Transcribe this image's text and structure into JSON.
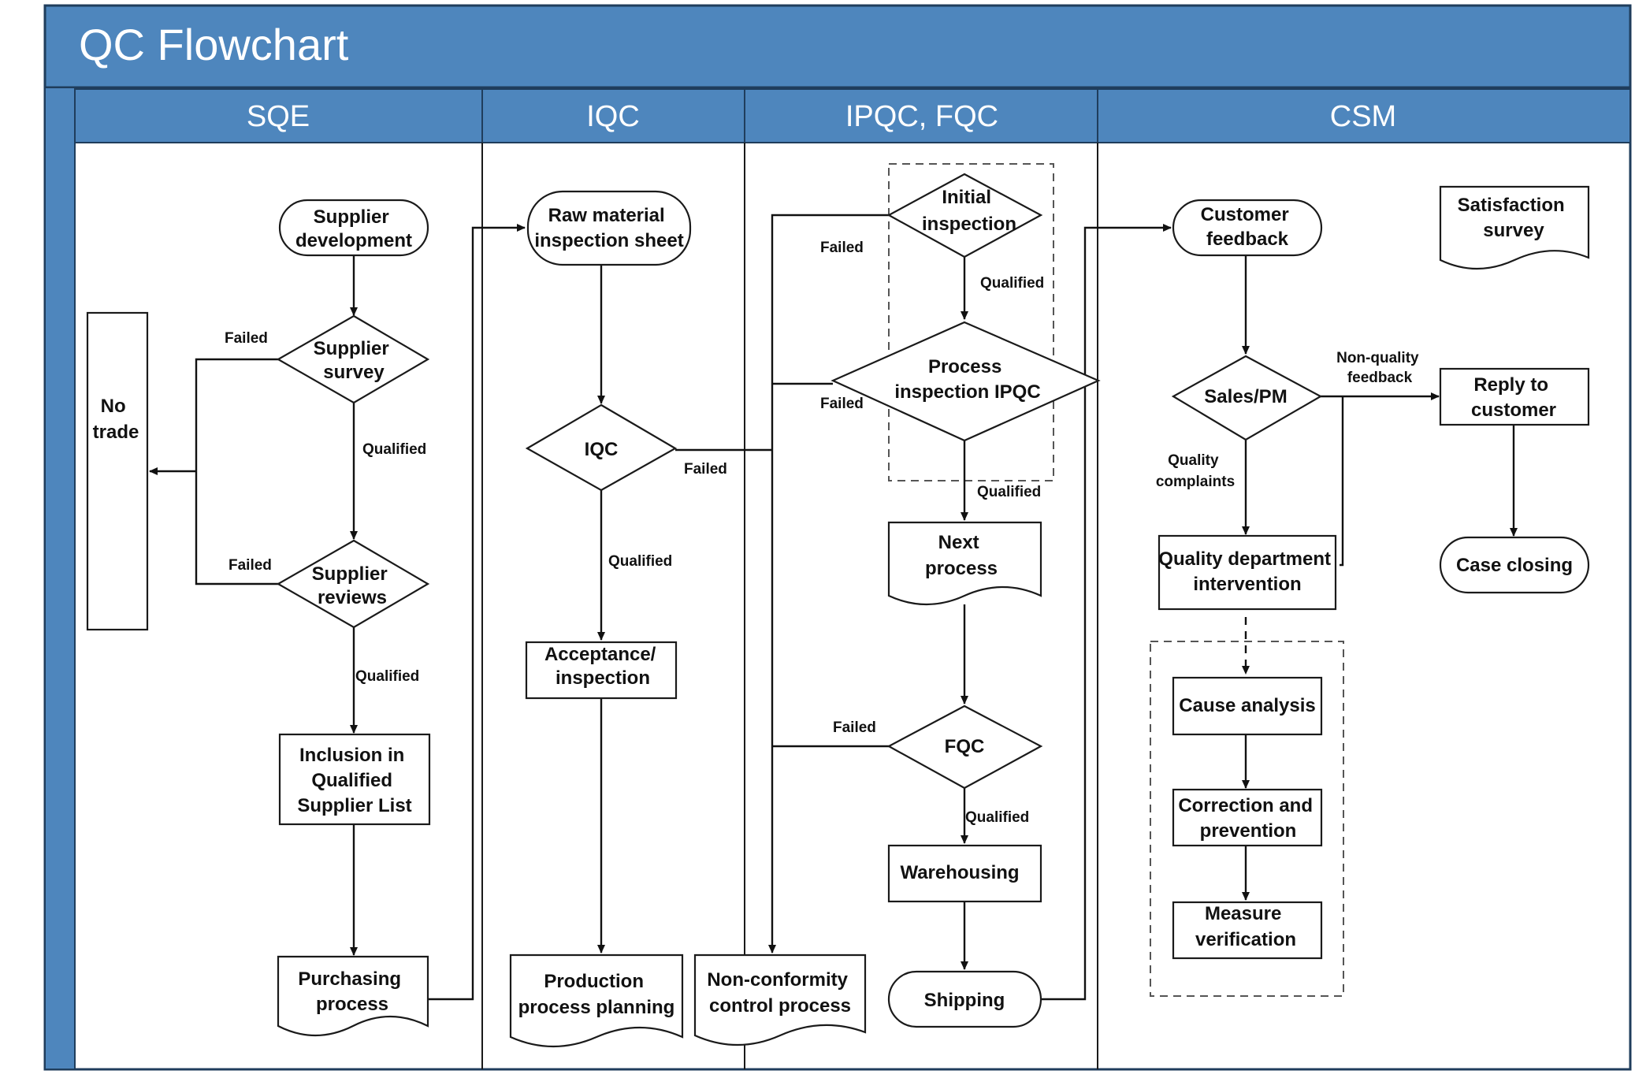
{
  "title": "QC Flowchart",
  "colors": {
    "header": "#4e86bd",
    "band": "#4e86bd",
    "border": "#1f3d5c"
  },
  "lanes": [
    "SQE",
    "IQC",
    "IPQC, FQC",
    "CSM"
  ],
  "nodes": {
    "supplier_development": {
      "lines": [
        "Supplier",
        "development"
      ]
    },
    "supplier_survey": {
      "lines": [
        "Supplier",
        "survey"
      ]
    },
    "supplier_reviews": {
      "lines": [
        "Supplier",
        "reviews"
      ]
    },
    "inclusion": {
      "lines": [
        "Inclusion in",
        "Qualified",
        "Supplier List"
      ]
    },
    "purchasing": {
      "lines": [
        "Purchasing",
        "process"
      ]
    },
    "no_trade": {
      "lines": [
        "No",
        "trade"
      ]
    },
    "raw_material": {
      "lines": [
        "Raw material",
        "inspection sheet"
      ]
    },
    "iqc": {
      "lines": [
        "IQC"
      ]
    },
    "acceptance": {
      "lines": [
        "Acceptance/",
        "inspection"
      ]
    },
    "production": {
      "lines": [
        "Production",
        "process planning"
      ]
    },
    "nonconformity": {
      "lines": [
        "Non-conformity",
        "control process"
      ]
    },
    "initial_inspection": {
      "lines": [
        "Initial",
        "inspection"
      ]
    },
    "process_ipqc": {
      "lines": [
        "Process",
        "inspection IPQC"
      ]
    },
    "next_process": {
      "lines": [
        "Next",
        "process"
      ]
    },
    "fqc": {
      "lines": [
        "FQC"
      ]
    },
    "warehousing": {
      "lines": [
        "Warehousing"
      ]
    },
    "shipping": {
      "lines": [
        "Shipping"
      ]
    },
    "customer_feedback": {
      "lines": [
        "Customer",
        "feedback"
      ]
    },
    "satisfaction": {
      "lines": [
        "Satisfaction",
        "survey"
      ]
    },
    "sales_pm": {
      "lines": [
        "Sales/PM"
      ]
    },
    "reply": {
      "lines": [
        "Reply to",
        "customer"
      ]
    },
    "case_closing": {
      "lines": [
        "Case closing"
      ]
    },
    "quality_dept": {
      "lines": [
        "Quality department",
        "intervention"
      ]
    },
    "cause_analysis": {
      "lines": [
        "Cause analysis"
      ]
    },
    "correction": {
      "lines": [
        "Correction and",
        "prevention"
      ]
    },
    "measure": {
      "lines": [
        "Measure",
        "verification"
      ]
    }
  },
  "edge_labels": {
    "survey_failed": "Failed",
    "survey_qualified": "Qualified",
    "reviews_failed": "Failed",
    "reviews_qualified": "Qualified",
    "iqc_failed": "Failed",
    "iqc_qualified": "Qualified",
    "initial_failed": "Failed",
    "initial_qualified": "Qualified",
    "ipqc_failed": "Failed",
    "ipqc_qualified": "Qualified",
    "fqc_failed": "Failed",
    "fqc_qualified": "Qualified",
    "non_quality": [
      "Non-quality",
      "feedback"
    ],
    "quality_complaints": [
      "Quality",
      "complaints"
    ]
  }
}
